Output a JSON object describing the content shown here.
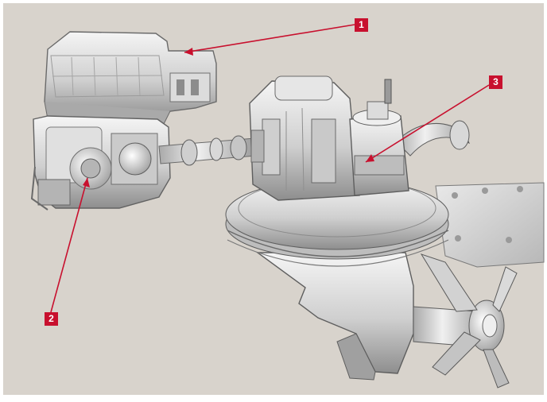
{
  "diagram": {
    "callouts": [
      {
        "id": "1",
        "label": "1"
      },
      {
        "id": "2",
        "label": "2"
      },
      {
        "id": "3",
        "label": "3"
      }
    ]
  },
  "colors": {
    "background": "#d8d3cc",
    "leader_line": "#c8102e",
    "callout_fill": "#c8102e",
    "callout_text": "#ffffff",
    "metal_light": "#f2f2f2",
    "metal_mid": "#c9c9c9",
    "metal_dark": "#8a8a8a",
    "metal_shadow": "#5e5e5e"
  }
}
